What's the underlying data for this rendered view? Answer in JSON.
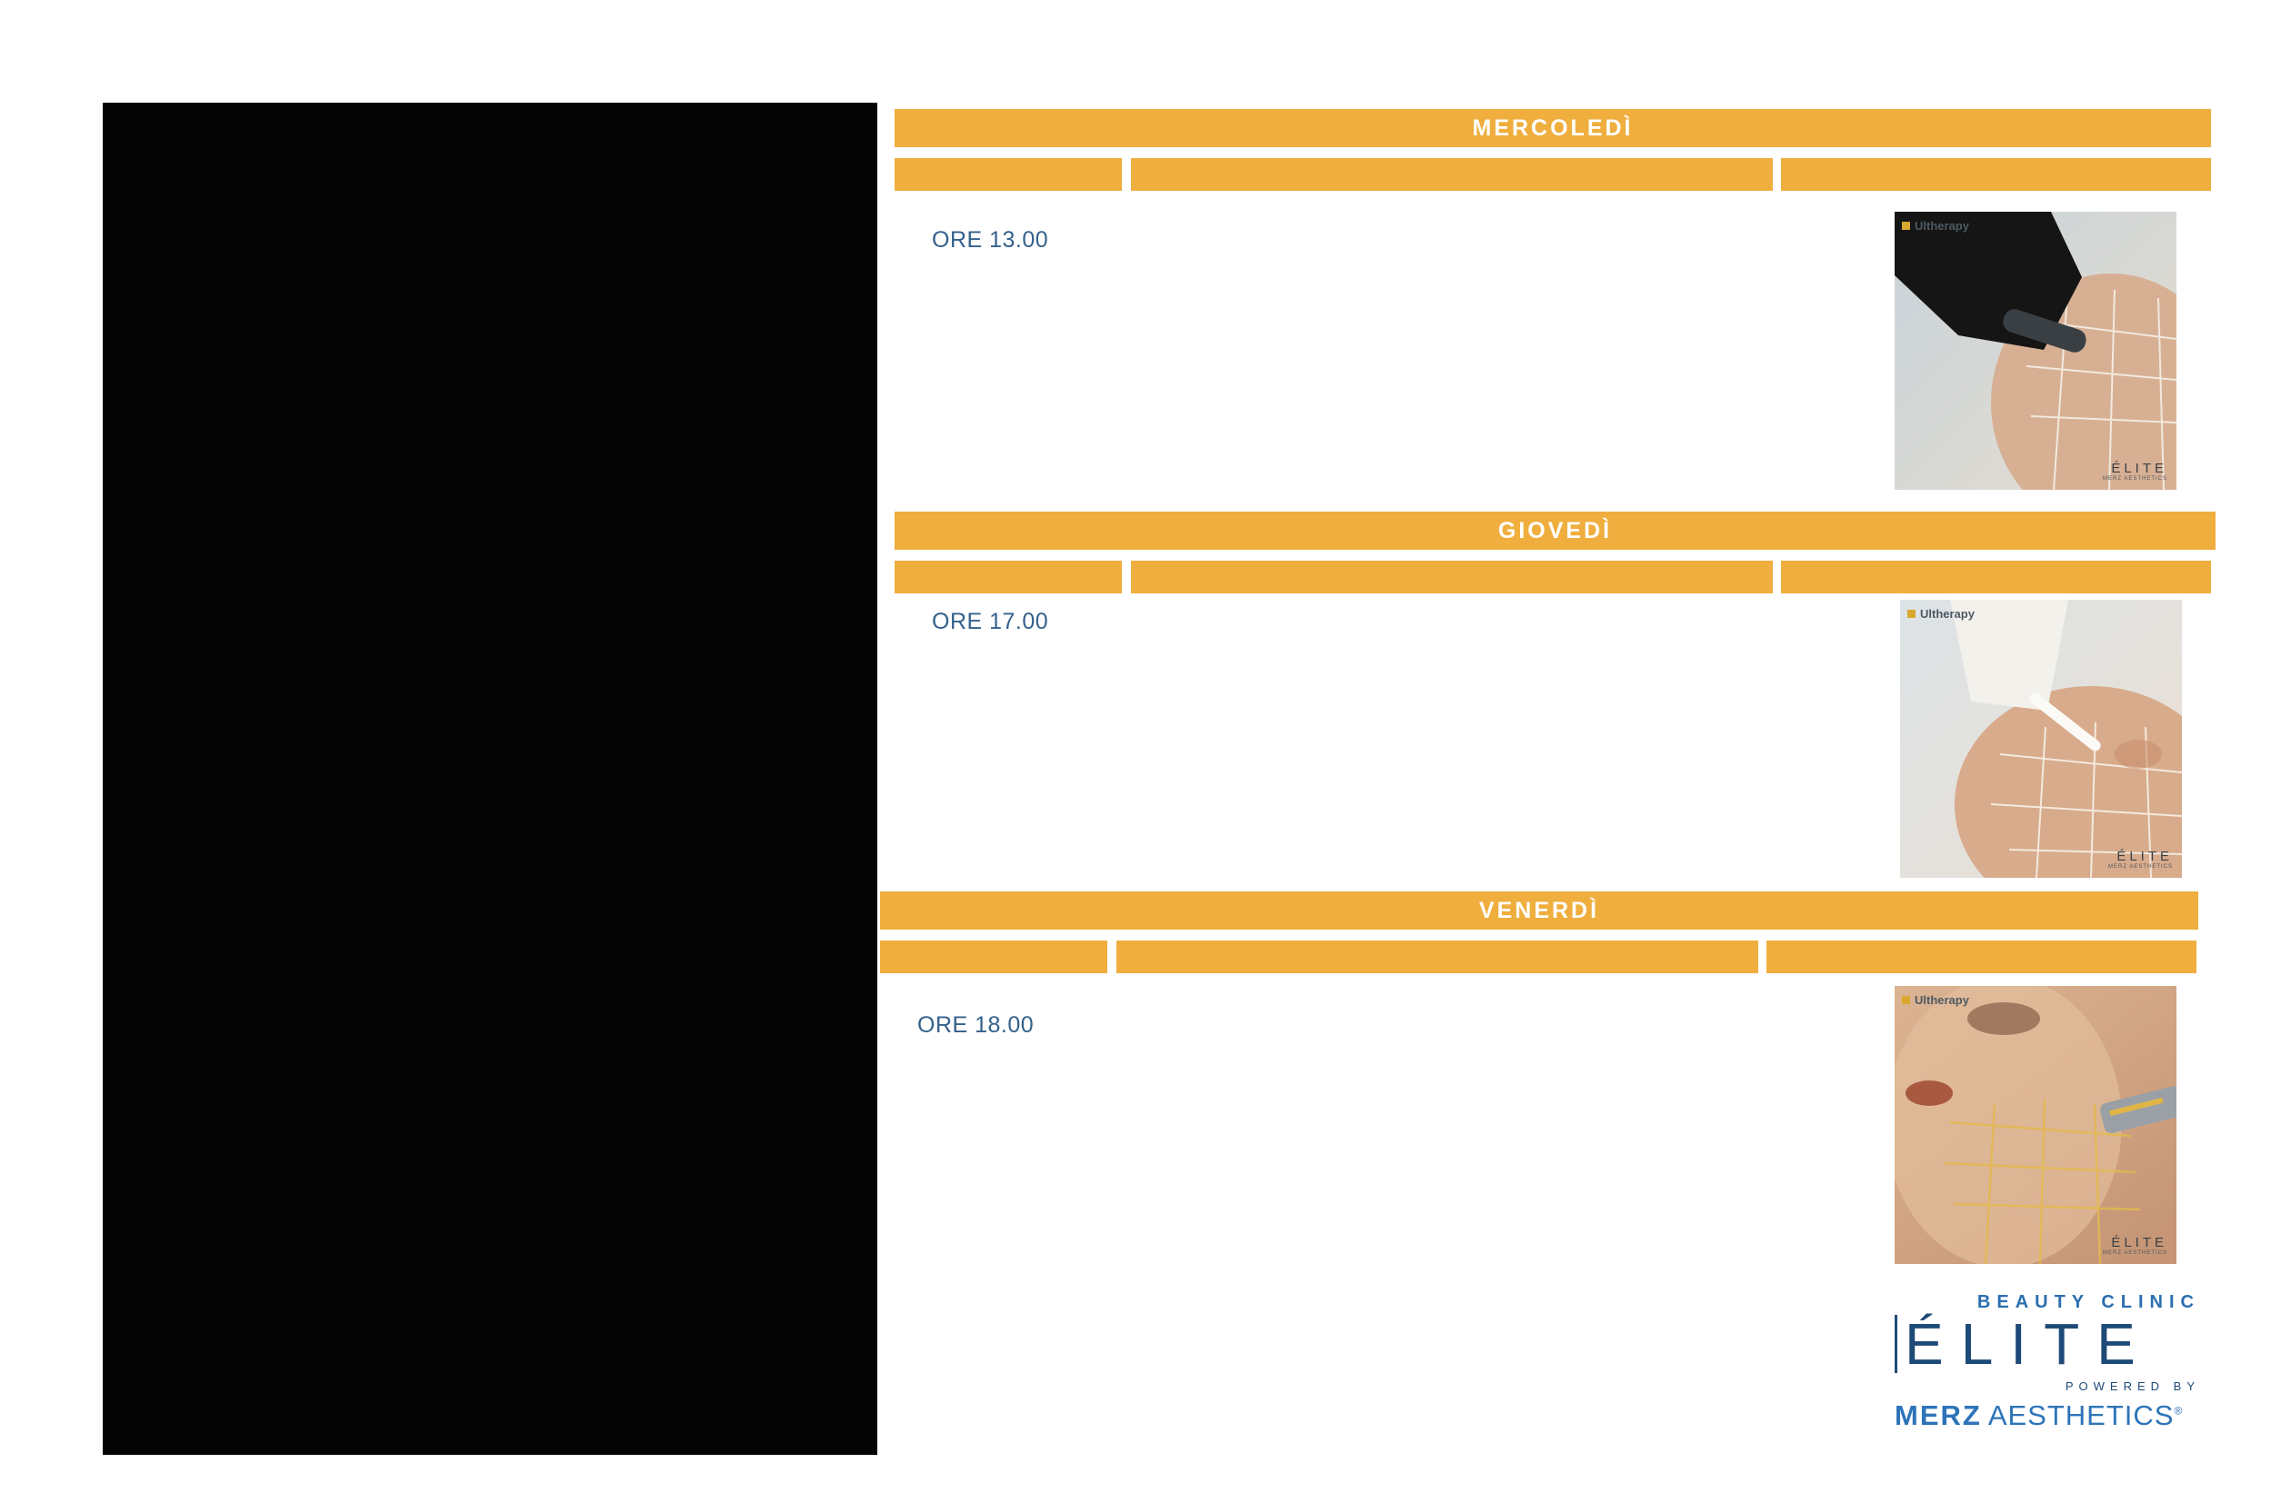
{
  "colors": {
    "bar_orange": "#EFAE3D",
    "panel_black": "#040404",
    "time_blue": "#34618C",
    "elite_navy": "#1E4A77",
    "merz_blue": "#2D74B9"
  },
  "sections": [
    {
      "day_label": "MERCOLEDÌ",
      "time_label": "ORE 13.00",
      "photo": {
        "brand": "Ultherapy",
        "watermark": "ÉLITE",
        "watermark_sub": "MERZ AESTHETICS"
      }
    },
    {
      "day_label": "GIOVEDÌ",
      "time_label": "ORE 17.00",
      "photo": {
        "brand": "Ultherapy",
        "watermark": "ÉLITE",
        "watermark_sub": "MERZ AESTHETICS"
      }
    },
    {
      "day_label": "VENERDÌ",
      "time_label": "ORE 18.00",
      "photo": {
        "brand": "Ultherapy",
        "watermark": "ÉLITE",
        "watermark_sub": "MERZ AESTHETICS"
      }
    }
  ],
  "logo": {
    "beauty_clinic": "BEAUTY CLINIC",
    "elite": "ÉLITE",
    "powered_by": "POWERED BY",
    "merz_name": "MERZ",
    "merz_rest": "AESTHETICS",
    "registered": "®"
  }
}
